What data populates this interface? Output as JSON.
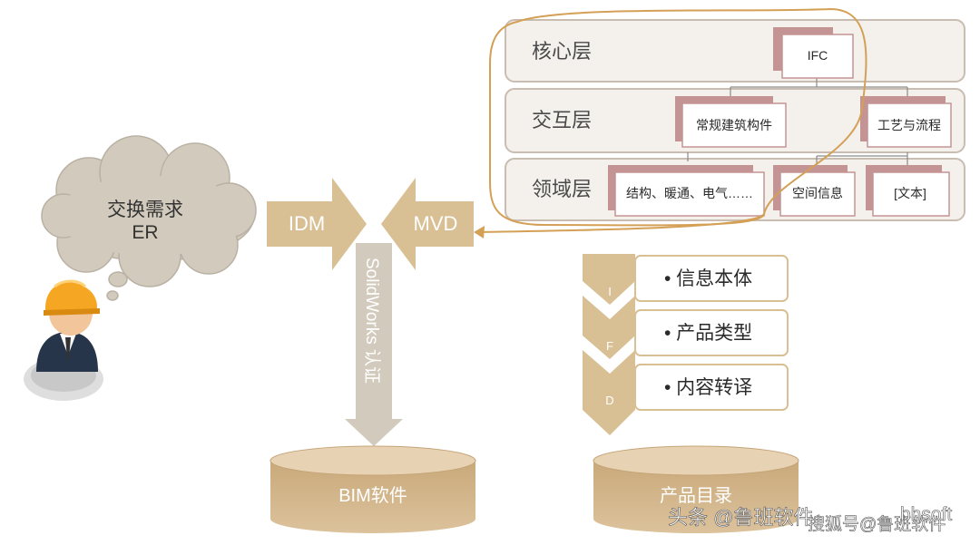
{
  "layers": {
    "core": "核心层",
    "interaction": "交互层",
    "domain": "领域层"
  },
  "boxes": {
    "ifc": "IFC",
    "building_components": "常规建筑构件",
    "process": "工艺与流程",
    "structure": "结构、暖通、电气……",
    "space": "空间信息",
    "text": "[文本]"
  },
  "arrows": {
    "idm": "IDM",
    "mvd": "MVD",
    "solidworks": "SolidWorks 认证"
  },
  "cloud": {
    "line1": "交换需求",
    "line2": "ER"
  },
  "databases": {
    "bim": "BIM软件",
    "catalog": "产品目录"
  },
  "ifd": {
    "letters": [
      "I",
      "F",
      "D"
    ],
    "items": [
      "• 信息本体",
      "• 产品类型",
      "• 内容转译"
    ]
  },
  "watermark": {
    "line1": "头条 @鲁班软件",
    "line2": "搜狐号@鲁班软件",
    "line3": "bhsoft"
  },
  "colors": {
    "tan": "#d9bf94",
    "gray_arrow": "#d2cbbd",
    "highlight_outline": "#d4a056",
    "layer_fill": "#f4f1ed",
    "layer_stroke": "#c9bcb0",
    "shadow_box": "#c49494"
  }
}
